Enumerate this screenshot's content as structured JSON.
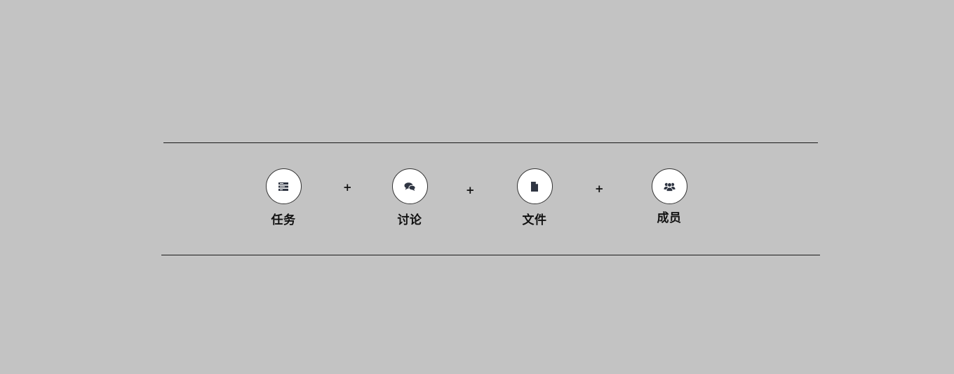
{
  "features": [
    {
      "label": "任务",
      "icon": "task-list-icon"
    },
    {
      "label": "讨论",
      "icon": "comments-icon"
    },
    {
      "label": "文件",
      "icon": "file-icon"
    },
    {
      "label": "成员",
      "icon": "members-icon"
    }
  ],
  "separator": "+",
  "colors": {
    "background": "#c3c3c3",
    "circle_fill": "#ffffff",
    "icon": "#2f3542",
    "text": "#111111"
  }
}
